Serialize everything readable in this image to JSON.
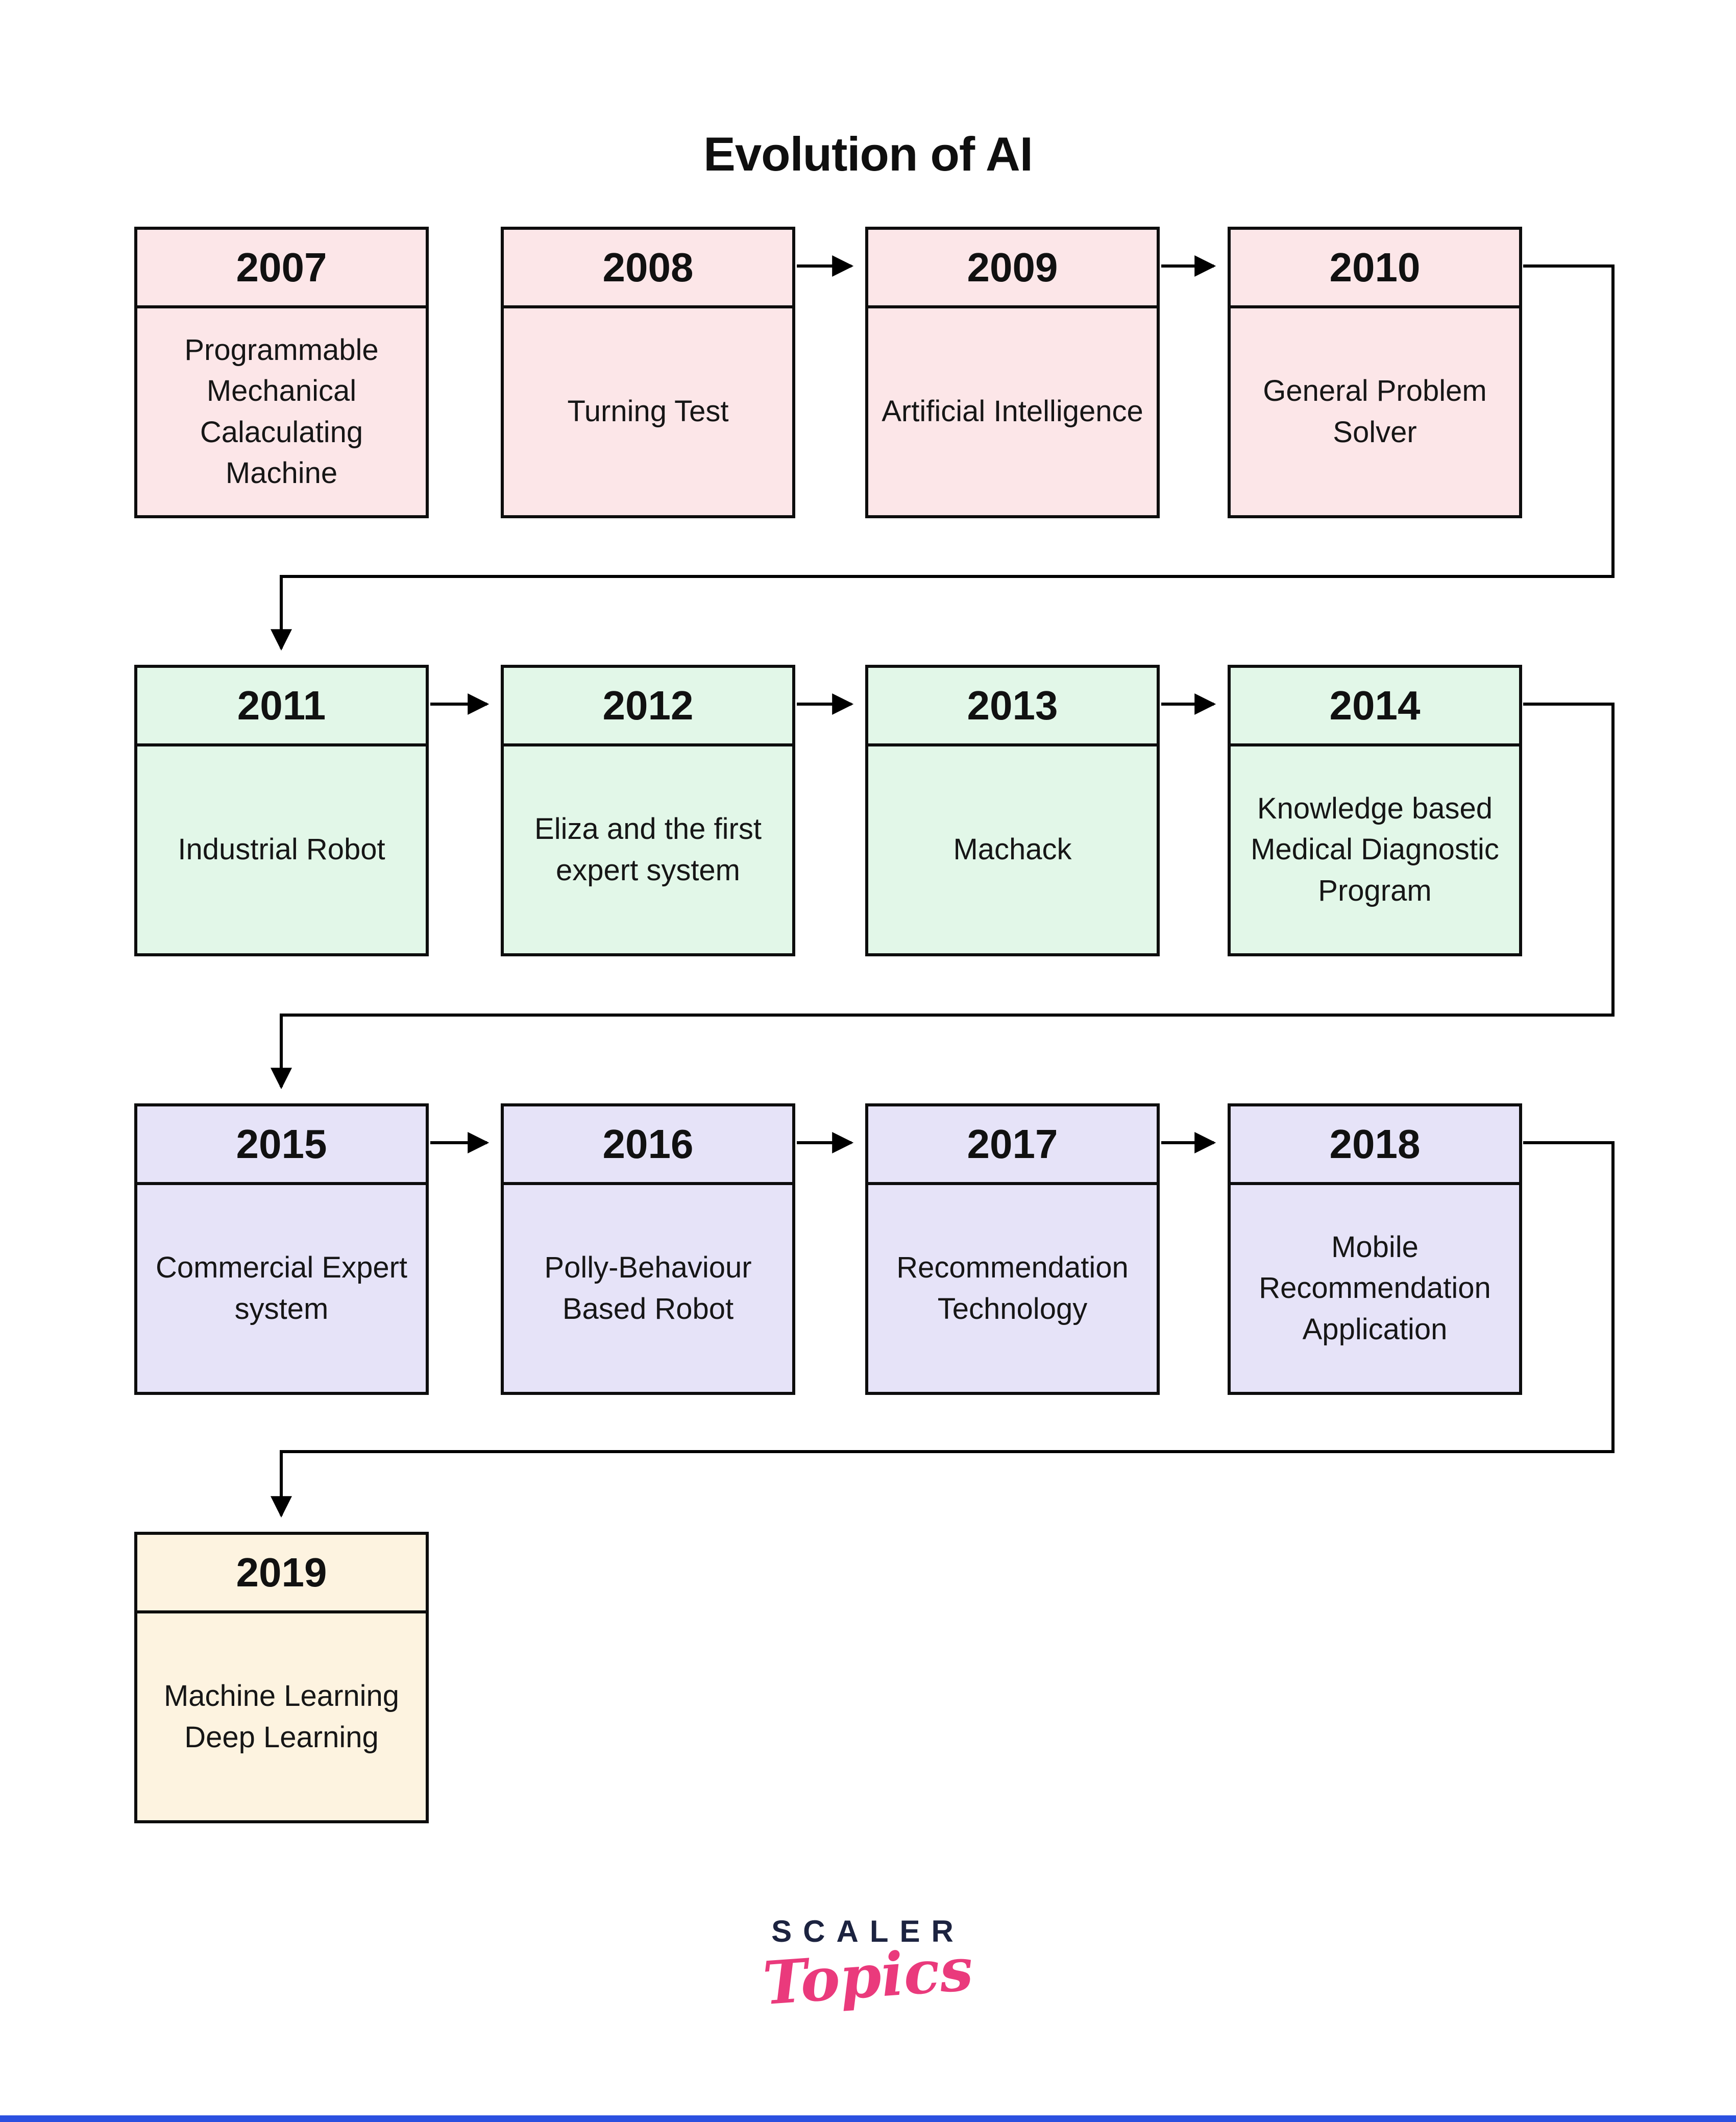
{
  "title": "Evolution of AI",
  "timeline": {
    "boxes": [
      {
        "year": "2007",
        "label": "Programmable Mechanical Calaculating Machine",
        "group": "pink"
      },
      {
        "year": "2008",
        "label": "Turning Test",
        "group": "pink"
      },
      {
        "year": "2009",
        "label": "Artificial Intelligence",
        "group": "pink"
      },
      {
        "year": "2010",
        "label": "General Problem Solver",
        "group": "pink"
      },
      {
        "year": "2011",
        "label": "Industrial Robot",
        "group": "green"
      },
      {
        "year": "2012",
        "label": "Eliza and the first expert system",
        "group": "green"
      },
      {
        "year": "2013",
        "label": "Machack",
        "group": "green"
      },
      {
        "year": "2014",
        "label": "Knowledge based Medical Diagnostic Program",
        "group": "green"
      },
      {
        "year": "2015",
        "label": "Commercial Expert system",
        "group": "purple"
      },
      {
        "year": "2016",
        "label": "Polly-Behaviour Based Robot",
        "group": "purple"
      },
      {
        "year": "2017",
        "label": "Recommendation Technology",
        "group": "purple"
      },
      {
        "year": "2018",
        "label": "Mobile Recommendation Application",
        "group": "purple"
      },
      {
        "year": "2019",
        "label": "Machine Learning Deep Learning",
        "group": "cream"
      }
    ],
    "colors": {
      "pink": "#fce6e8",
      "green": "#e2f7e8",
      "purple": "#e6e3f8",
      "cream": "#fdf3e0",
      "border": "#0d0d0d",
      "connector": "#000000"
    }
  },
  "footer": {
    "logo_line1": "SCALER",
    "logo_line2": "Topics",
    "logo_line1_color": "#1c2340",
    "logo_line2_color": "#ea3a7c",
    "bottom_bar_color": "#2b50e0"
  }
}
